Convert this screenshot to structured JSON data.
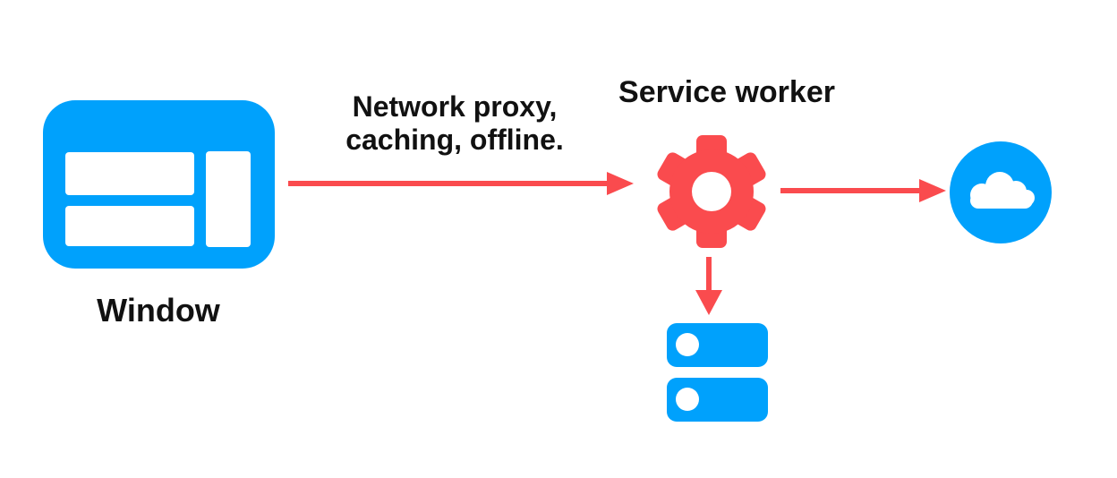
{
  "colors": {
    "blue": "#00A1FC",
    "red": "#FA4B4E",
    "text": "#111111",
    "background": "#FFFFFF"
  },
  "nodes": {
    "window": {
      "label": "Window",
      "icon": "browser-window-icon"
    },
    "service_worker": {
      "label": "Service worker",
      "icon": "gear-icon"
    },
    "internet": {
      "icon": "cloud-icon"
    },
    "cache_storage": {
      "icon": "server-stack-icon"
    }
  },
  "edges": {
    "window_to_service_worker": {
      "label_line1": "Network proxy,",
      "label_line2": "caching, offline.",
      "direction": "right"
    },
    "service_worker_to_internet": {
      "direction": "right"
    },
    "service_worker_to_cache": {
      "direction": "down"
    }
  }
}
